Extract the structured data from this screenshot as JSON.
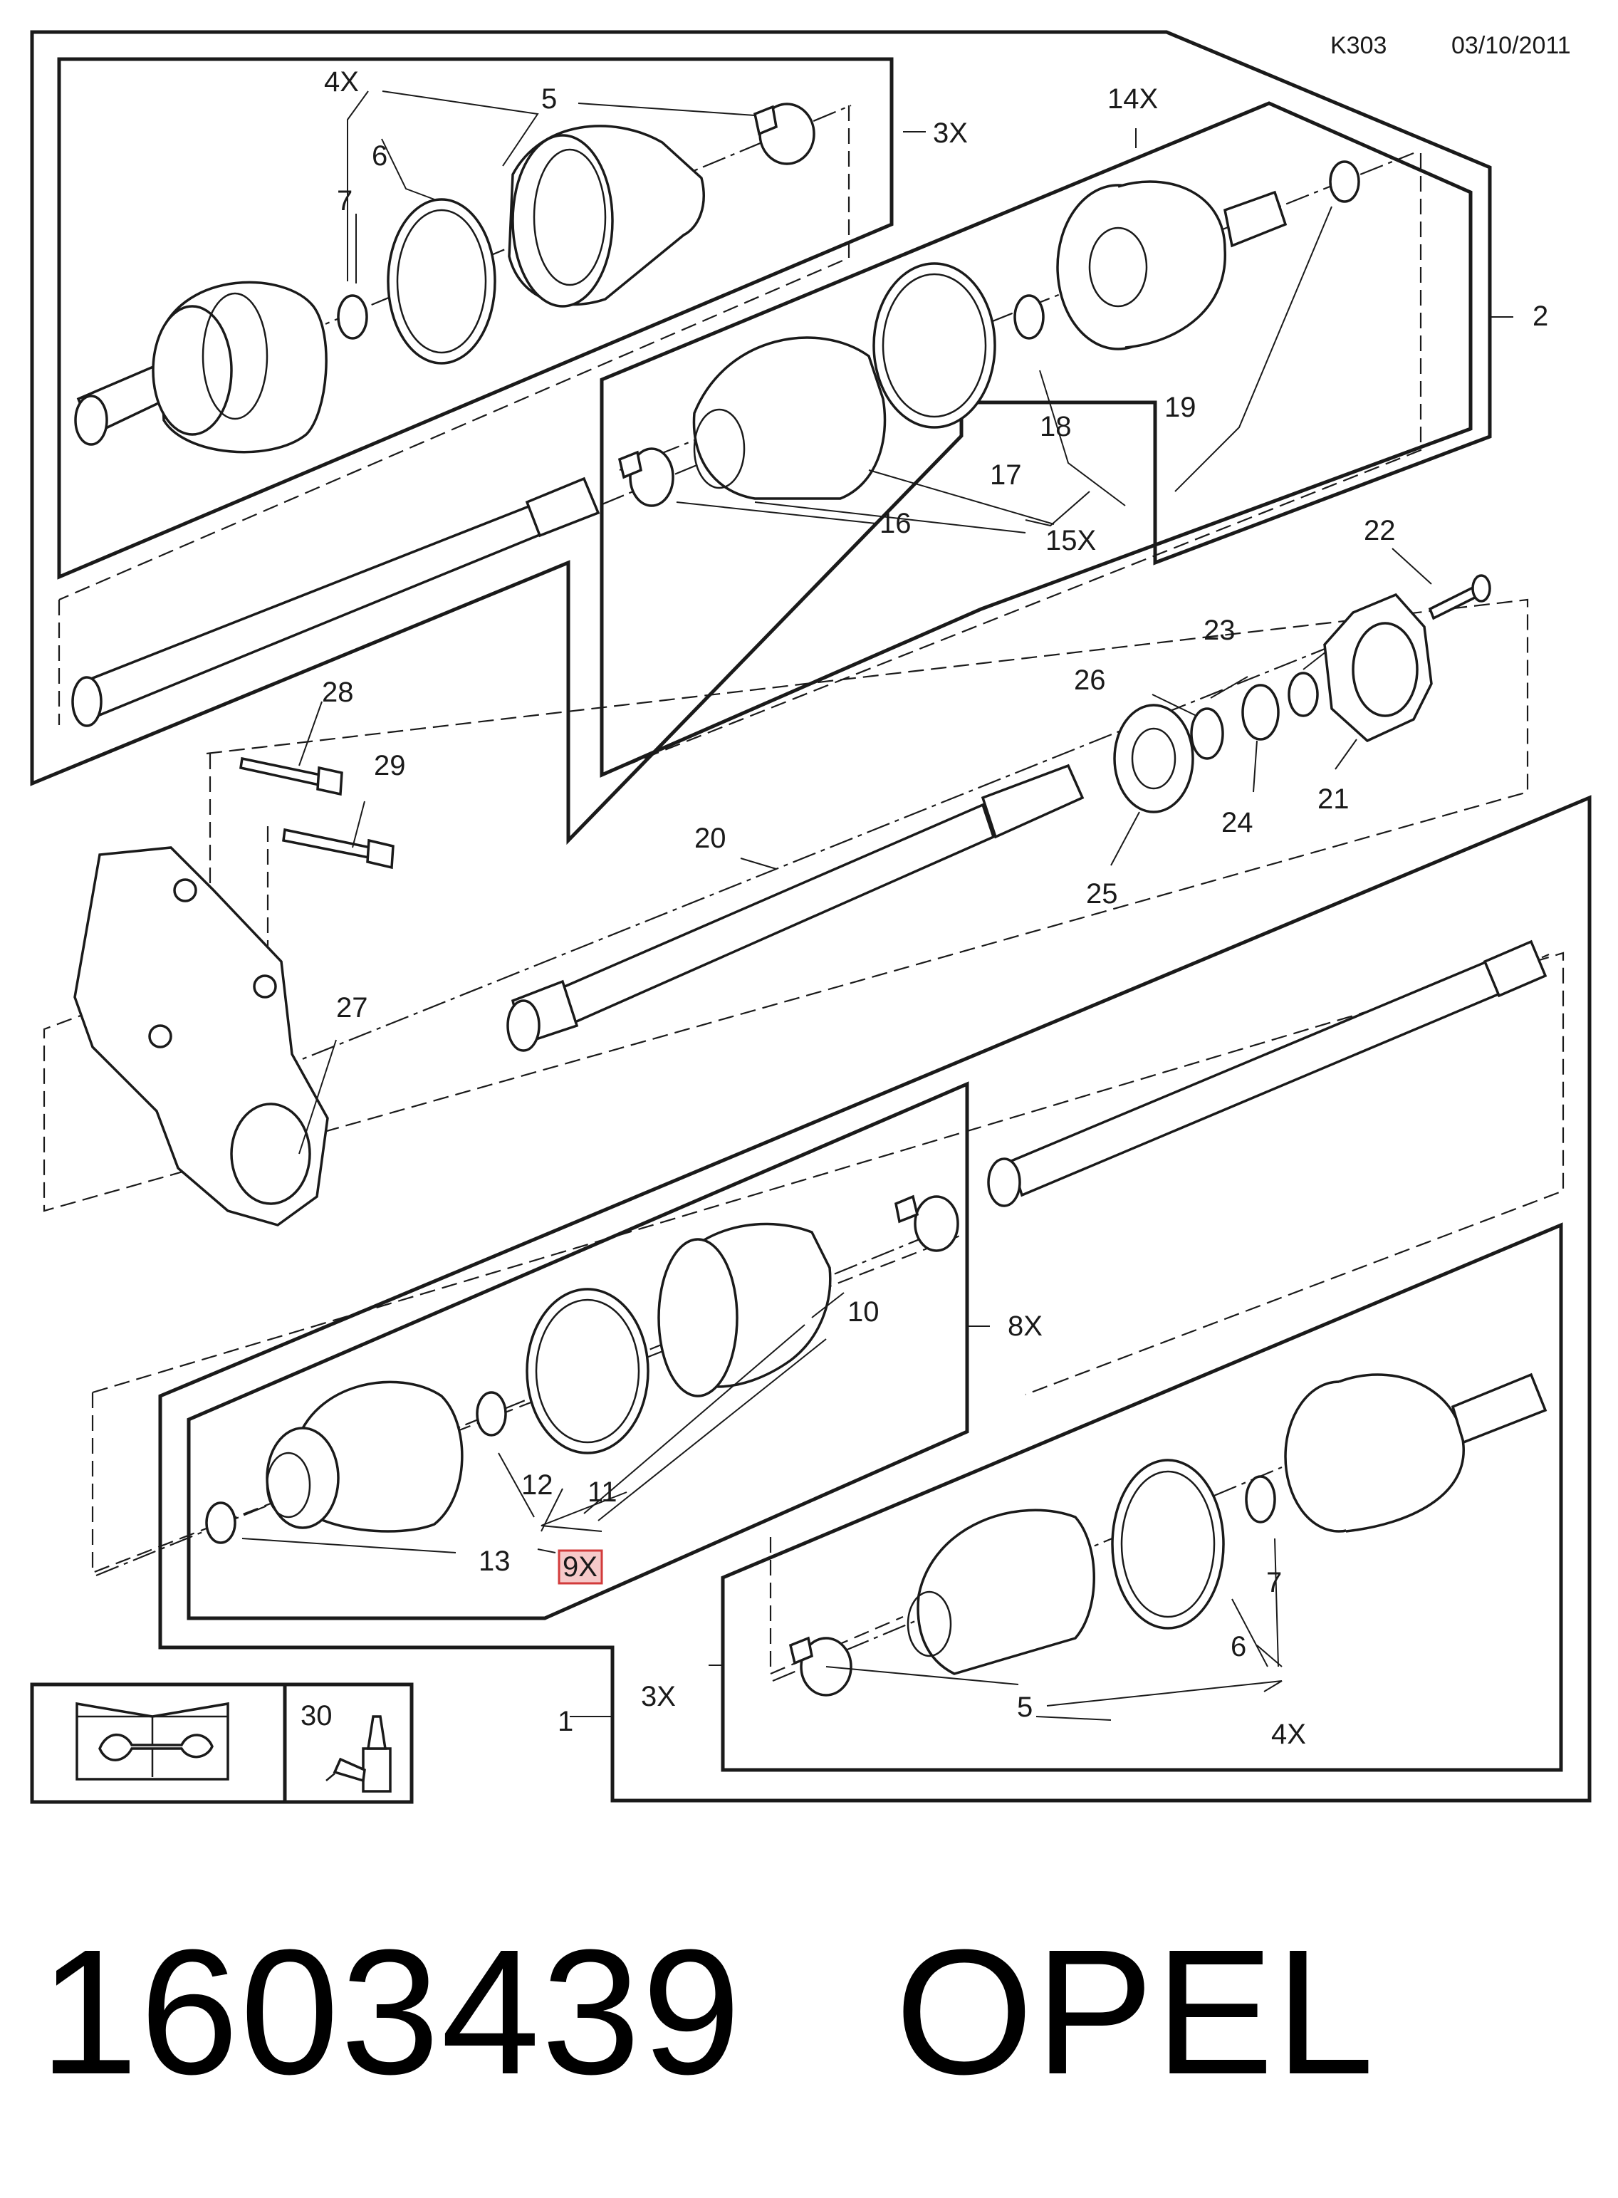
{
  "header": {
    "diagram_code": "K303",
    "date": "03/10/2011"
  },
  "callouts": {
    "c1": "1",
    "c2": "2",
    "c3x_top": "3X",
    "c3x_bottom": "3X",
    "c4x_top": "4X",
    "c4x_bottom": "4X",
    "c5_top": "5",
    "c5_bottom": "5",
    "c6_top": "6",
    "c6_bottom": "6",
    "c7_top": "7",
    "c7_bottom": "7",
    "c8x": "8X",
    "c9x": "9X",
    "c10": "10",
    "c11": "11",
    "c12": "12",
    "c13": "13",
    "c14x": "14X",
    "c15x": "15X",
    "c16": "16",
    "c17": "17",
    "c18": "18",
    "c19": "19",
    "c20": "20",
    "c21": "21",
    "c22": "22",
    "c23": "23",
    "c24": "24",
    "c25": "25",
    "c26": "26",
    "c27": "27",
    "c28": "28",
    "c29": "29",
    "c30": "30"
  },
  "highlighted_callout": "9X",
  "footer": {
    "part_number": "1603439",
    "brand": "OPEL"
  },
  "icons": {
    "manual": "repair-manual-icon",
    "lubricant": "grease-tube-icon"
  },
  "colors": {
    "line": "#1a1a1a",
    "highlight_fill": "#f6c9c9",
    "highlight_stroke": "#d23b3b"
  }
}
